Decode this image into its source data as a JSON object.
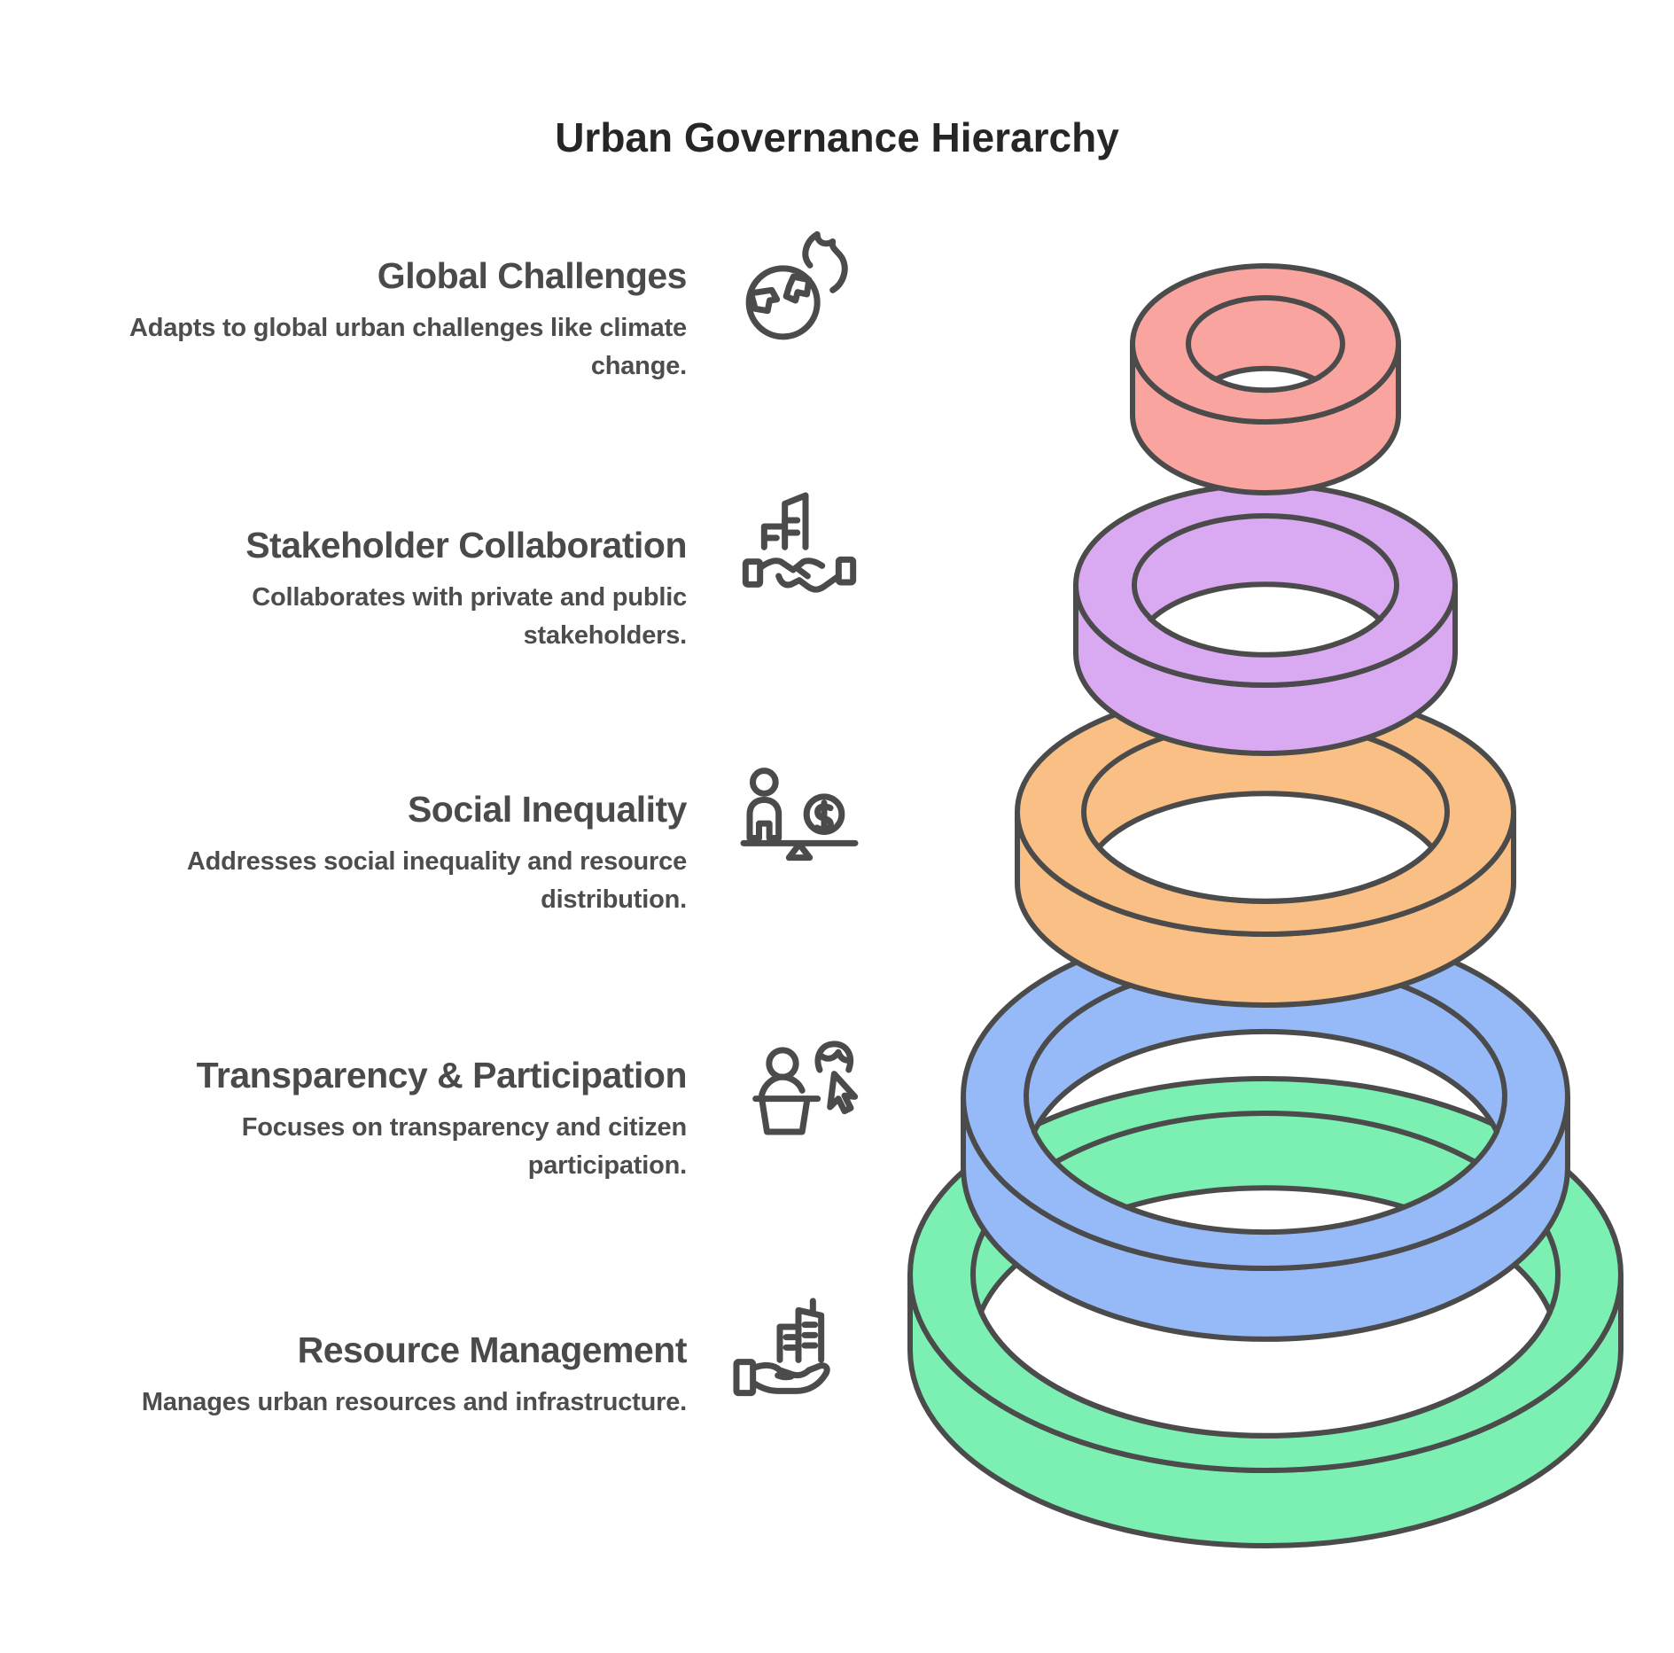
{
  "title": "Urban Governance Hierarchy",
  "colors": {
    "ink": "#4b4b4b",
    "title_text": "#262626",
    "heading_text": "#4a4a4a",
    "body_text": "#4d4d4d",
    "background": "#ffffff"
  },
  "levels": [
    {
      "heading": "Global Challenges",
      "description": "Adapts to global urban challenges like climate change.",
      "icon": "globe-fire-icon",
      "ring_color": "#f9a49e"
    },
    {
      "heading": "Stakeholder Collaboration",
      "description": "Collaborates with private and public stakeholders.",
      "icon": "buildings-handshake-icon",
      "ring_color": "#d9a9f2"
    },
    {
      "heading": "Social Inequality",
      "description": "Addresses social inequality and resource distribution.",
      "icon": "person-money-balance-icon",
      "ring_color": "#f9bf85"
    },
    {
      "heading": "Transparency & Participation",
      "description": "Focuses on transparency and citizen participation.",
      "icon": "podium-voter-cursor-icon",
      "ring_color": "#96b9f7"
    },
    {
      "heading": "Resource Management",
      "description": "Manages urban resources and infrastructure.",
      "icon": "hand-city-icon",
      "ring_color": "#7bf0b2"
    }
  ]
}
